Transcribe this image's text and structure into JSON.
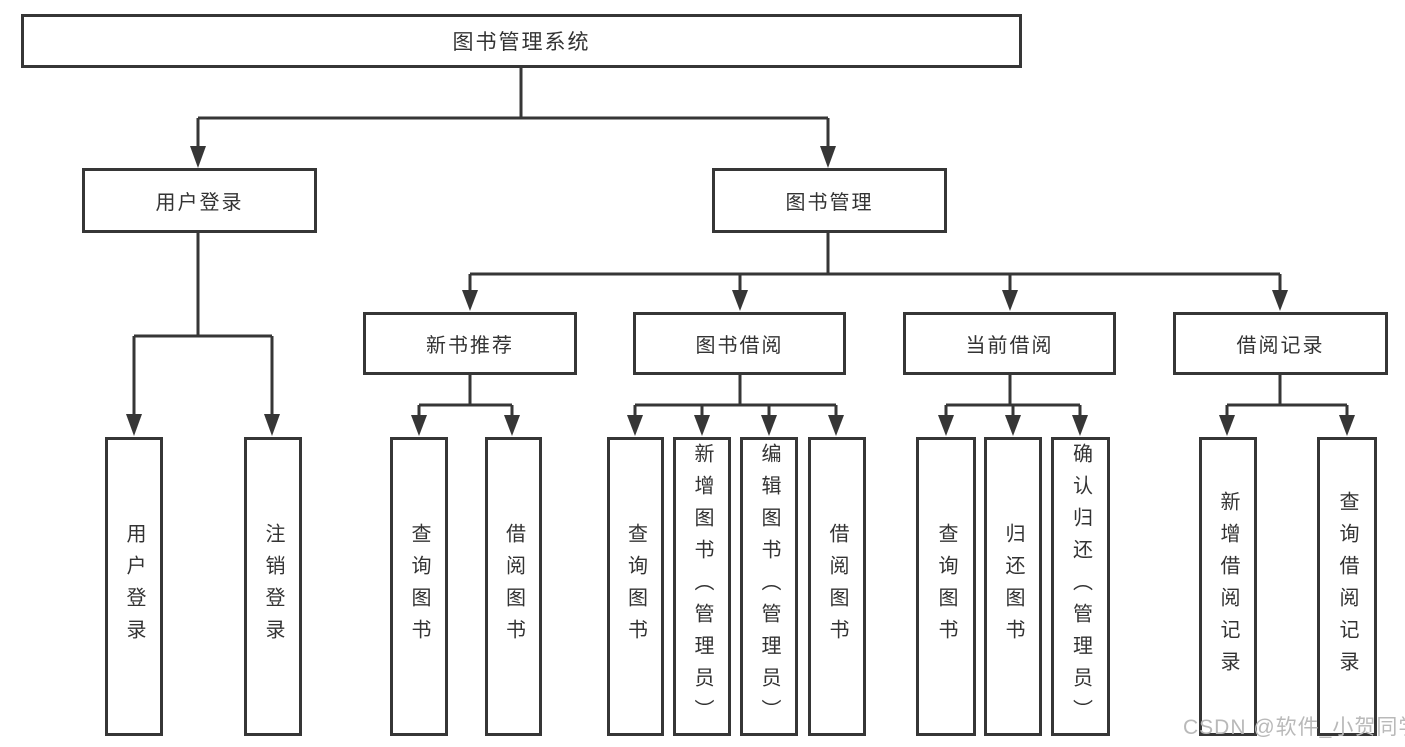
{
  "diagram": {
    "root": {
      "label": "图书管理系统"
    },
    "level2": [
      {
        "label": "用户登录",
        "children": [
          {
            "label": "用户登录"
          },
          {
            "label": "注销登录"
          }
        ]
      },
      {
        "label": "图书管理",
        "children": [
          {
            "label": "新书推荐",
            "children": [
              {
                "label": "查询图书"
              },
              {
                "label": "借阅图书"
              }
            ]
          },
          {
            "label": "图书借阅",
            "children": [
              {
                "label": "查询图书"
              },
              {
                "label": "新增图书（管理员）"
              },
              {
                "label": "编辑图书（管理员）"
              },
              {
                "label": "借阅图书"
              }
            ]
          },
          {
            "label": "当前借阅",
            "children": [
              {
                "label": "查询图书"
              },
              {
                "label": "归还图书"
              },
              {
                "label": "确认归还（管理员）"
              }
            ]
          },
          {
            "label": "借阅记录",
            "children": [
              {
                "label": "新增借阅记录"
              },
              {
                "label": "查询借阅记录"
              }
            ]
          }
        ]
      }
    ],
    "line_color": "#363636",
    "text_color": "#333333"
  },
  "watermark": {
    "text": "CSDN @软件_小贺同学",
    "color": "#b9b9b9"
  }
}
